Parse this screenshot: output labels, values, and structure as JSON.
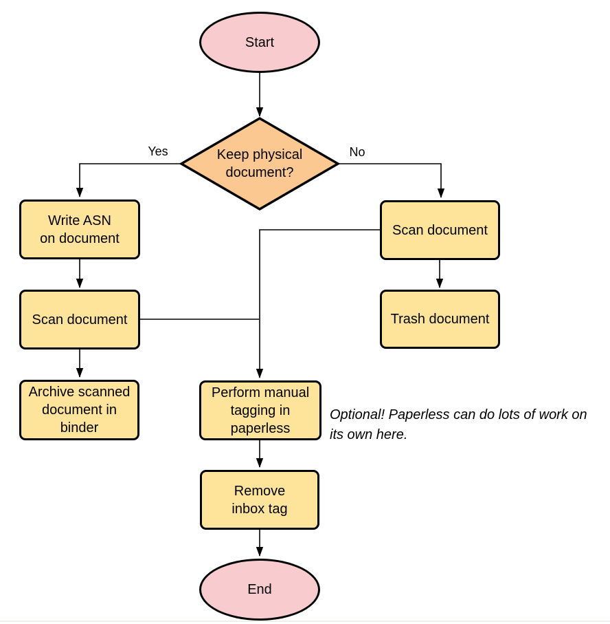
{
  "diagram": {
    "colors": {
      "terminal_fill": "#F8CCCE",
      "decision_fill": "#FCC892",
      "process_fill": "#FDE49A",
      "stroke": "#000000"
    },
    "nodes": {
      "start": {
        "type": "terminal",
        "label": "Start"
      },
      "decision": {
        "type": "decision",
        "label": "Keep physical\ndocument?"
      },
      "write_asn": {
        "type": "process",
        "label": "Write ASN\non document"
      },
      "scan_left": {
        "type": "process",
        "label": "Scan document"
      },
      "archive": {
        "type": "process",
        "label": "Archive scanned\ndocument in\nbinder"
      },
      "scan_right": {
        "type": "process",
        "label": "Scan document"
      },
      "trash": {
        "type": "process",
        "label": "Trash document"
      },
      "perform_tagging": {
        "type": "process",
        "label": "Perform manual\ntagging in\npaperless"
      },
      "remove_inbox": {
        "type": "process",
        "label": "Remove\ninbox tag"
      },
      "end": {
        "type": "terminal",
        "label": "End"
      }
    },
    "edge_labels": {
      "yes": "Yes",
      "no": "No"
    },
    "annotation": {
      "text": "Optional! Paperless can do lots of work on\nits own here."
    }
  }
}
